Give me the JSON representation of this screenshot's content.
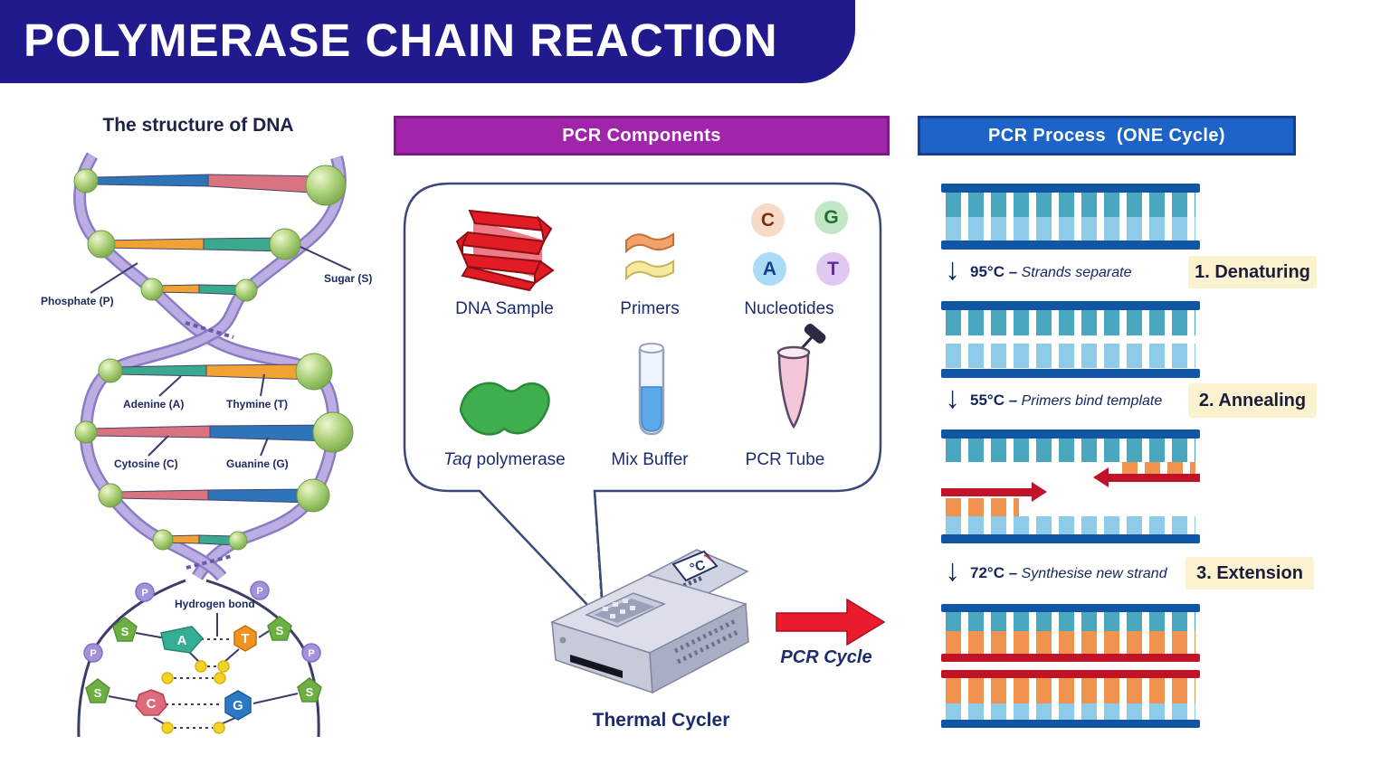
{
  "banner": {
    "title": "POLYMERASE CHAIN REACTION"
  },
  "dna": {
    "title": "The structure of DNA",
    "labels": {
      "phosphate": "Phosphate (P)",
      "sugar": "Sugar (S)",
      "adenine": "Adenine (A)",
      "thymine": "Thymine (T)",
      "cytosine": "Cytosine (C)",
      "guanine": "Guanine (G)",
      "hydrogen_bond": "Hydrogen bond"
    },
    "letters": {
      "p": "P",
      "s": "S",
      "a": "A",
      "t": "T",
      "c": "C",
      "g": "G"
    }
  },
  "components": {
    "title": "PCR Components",
    "dna_sample": "DNA Sample",
    "primers": "Primers",
    "nucleotides": "Nucleotides",
    "taq_italic": "Taq",
    "taq_rest": " polymerase",
    "mix_buffer": "Mix Buffer",
    "pcr_tube": "PCR Tube",
    "nucleotide_letters": [
      "C",
      "G",
      "A",
      "T"
    ],
    "thermal_cycler": "Thermal Cycler",
    "pcr_cycle": "PCR Cycle",
    "display_unit": "°C"
  },
  "process": {
    "title": "PCR Process  (ONE Cycle)",
    "arrow": "↓",
    "steps": [
      {
        "temp": "95°C –",
        "desc": "Strands separate",
        "badge": "1. Denaturing"
      },
      {
        "temp": "55°C –",
        "desc": "Primers bind template",
        "badge": "2. Annealing"
      },
      {
        "temp": "72°C –",
        "desc": "Synthesise new strand",
        "badge": "3. Extension"
      }
    ]
  },
  "colors": {
    "banner_bg": "#211a8c",
    "components_header_bg": "#a125ab",
    "components_header_border": "#7c1a86",
    "process_header_bg": "#1e64c8",
    "process_header_border": "#15418f",
    "navy_bar": "#1156a4",
    "teal_tooth": "#4aa7c0",
    "light_tooth": "#8ecbe9",
    "orange_tooth": "#f0934f",
    "red_strand": "#c01328",
    "badge_bg": "#fbf3d0",
    "caption_navy": "#14265e",
    "label_navy": "#1f2a63",
    "big_arrow_red": "#ea1b2d"
  }
}
